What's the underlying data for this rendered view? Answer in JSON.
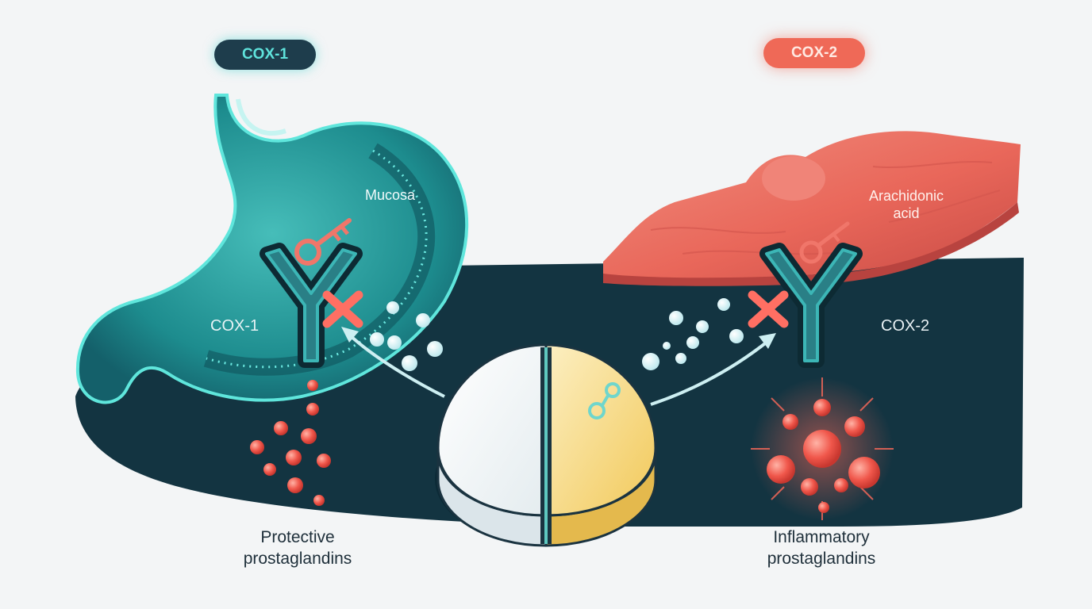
{
  "labels": {
    "cox1_badge": "COX-1",
    "cox2_badge": "COX-2",
    "mucosa": "Mucosa",
    "arachidonic_line1": "Arachidonic",
    "arachidonic_line2": "acid",
    "cox1_receptor": "COX-1",
    "cox2_receptor": "COX-2",
    "protective_line1": "Protective",
    "protective_line2": "prostaglandins",
    "inflammatory_line1": "Inflammatory",
    "inflammatory_line2": "prostaglandins"
  },
  "colors": {
    "background": "#f3f5f6",
    "dark_panel": "#133441",
    "teal": "#3fd0c8",
    "coral": "#ef6957",
    "pill_white": "#f7f8f8",
    "pill_yellow": "#f6d36d"
  }
}
